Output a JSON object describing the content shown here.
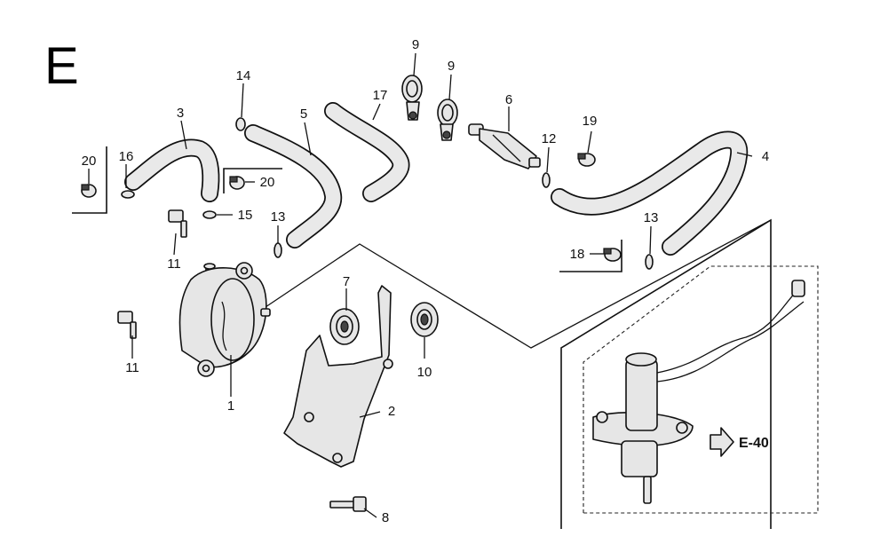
{
  "section_letter": "E",
  "reference_label": "E-40",
  "part_numbers": {
    "p1": "1",
    "p2": "2",
    "p3": "3",
    "p4": "4",
    "p5": "5",
    "p6": "6",
    "p7": "7",
    "p8": "8",
    "p9a": "9",
    "p9b": "9",
    "p10": "10",
    "p11a": "11",
    "p11b": "11",
    "p12": "12",
    "p13a": "13",
    "p13b": "13",
    "p14": "14",
    "p15": "15",
    "p16": "16",
    "p17": "17",
    "p18": "18",
    "p19": "19",
    "p20a": "20",
    "p20b": "20"
  }
}
